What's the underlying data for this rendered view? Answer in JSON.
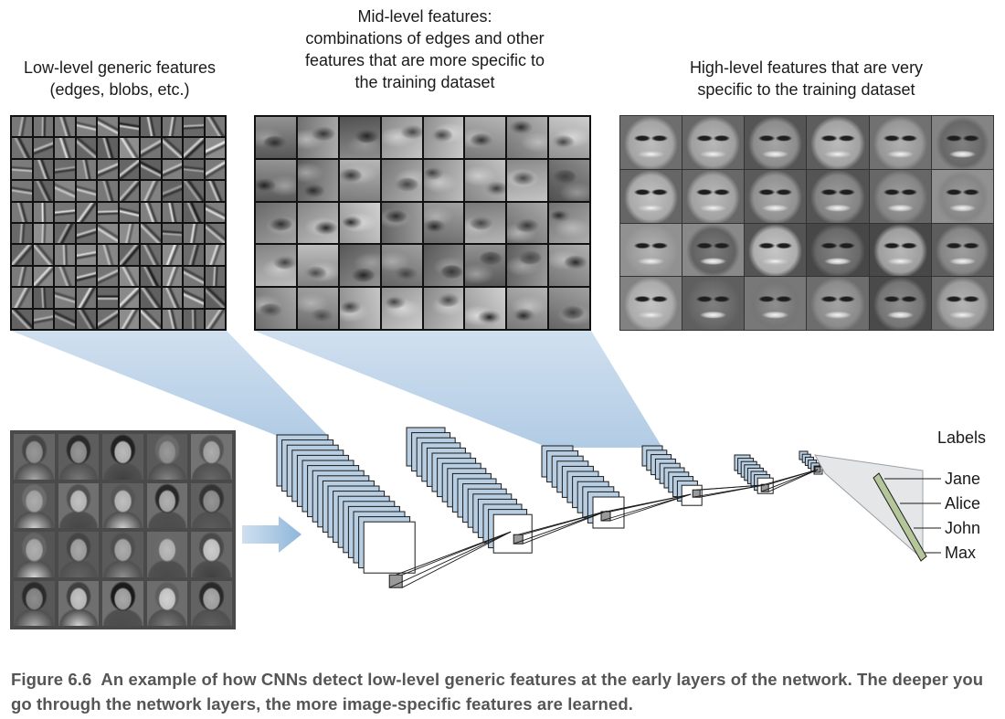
{
  "labels": {
    "low": [
      "Low-level generic features",
      "(edges, blobs, etc.)"
    ],
    "mid": [
      "Mid-level features:",
      "combinations of edges and other",
      "features that are more specific to",
      "the training dataset"
    ],
    "high": [
      "High-level features that are very",
      "specific to the training dataset"
    ]
  },
  "output": {
    "title": "Labels",
    "classes": [
      "Jane",
      "Alice",
      "John",
      "Max"
    ]
  },
  "caption": {
    "figure": "Figure 6.6",
    "text": "An example of how CNNs detect low-level generic features at the early layers of the network. The deeper you go through the network layers, the more image-specific features are learned."
  },
  "colors": {
    "layer_fill": "#b8cfe3",
    "layer_edge": "#1a1a1a",
    "projection": "#a9c6e2",
    "output_layer": "#b5c79a"
  }
}
